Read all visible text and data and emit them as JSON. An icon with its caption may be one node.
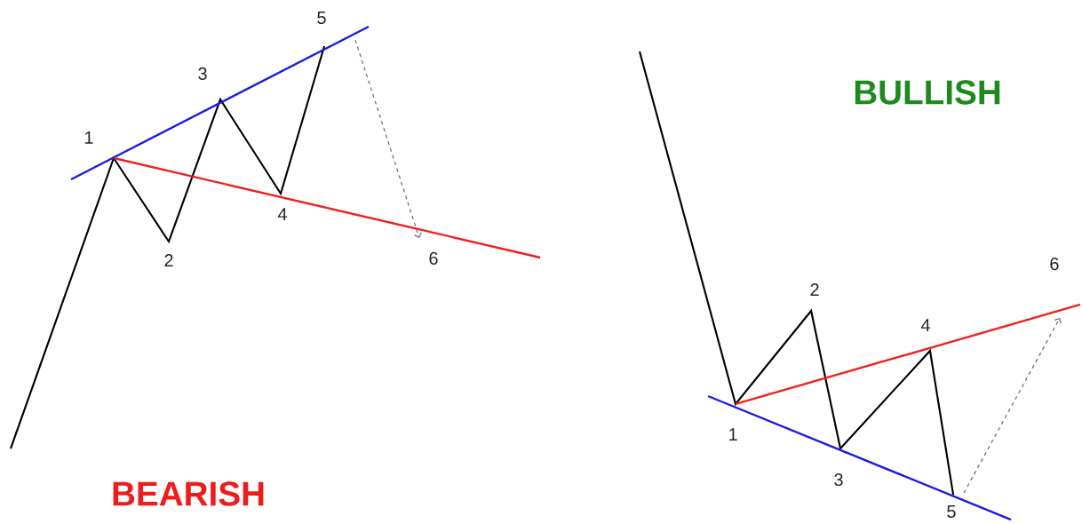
{
  "diagram": {
    "labels": [
      "1",
      "2",
      "3",
      "4",
      "5",
      "6",
      "BEARISH",
      "BULLISH",
      "1",
      "2",
      "3",
      "4",
      "5",
      "6"
    ]
  }
}
